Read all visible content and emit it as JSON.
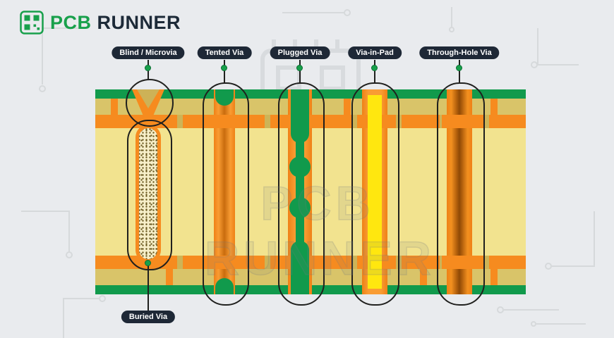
{
  "logo": {
    "brand_primary": "PCB",
    "brand_secondary": "RUNNER"
  },
  "callouts": {
    "top": [
      {
        "id": "blind-microvia",
        "label": "Blind / Microvia"
      },
      {
        "id": "tented-via",
        "label": "Tented Via"
      },
      {
        "id": "plugged-via",
        "label": "Plugged Via"
      },
      {
        "id": "via-in-pad",
        "label": "Via-in-Pad"
      },
      {
        "id": "through-hole-via",
        "label": "Through-Hole Via"
      }
    ],
    "bottom": [
      {
        "id": "buried-via",
        "label": "Buried Via"
      }
    ]
  },
  "watermark": {
    "line1": "PCB",
    "line2": "RUNNER"
  },
  "colors": {
    "brand_green": "#18a04b",
    "label_pill_bg": "#1e2836",
    "solder_mask_green": "#119a4c",
    "copper_orange": "#f68b1f",
    "core_yellow": "#f2e38f",
    "prepreg_khaki": "#d9c469",
    "via_fill_yellow": "#ffe70f",
    "buried_fill_cream": "#f7efc9",
    "background_gray": "#e9ebee"
  }
}
